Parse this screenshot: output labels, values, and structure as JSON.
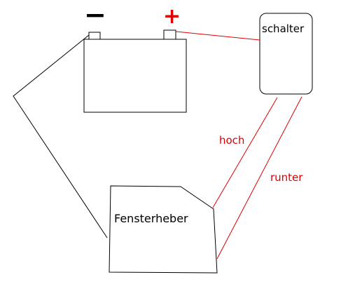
{
  "diagram": {
    "battery": {
      "minus_sign": "−",
      "plus_sign": "+"
    },
    "switch": {
      "label": "schalter"
    },
    "motor": {
      "label": "Fensterheber"
    },
    "wires": {
      "up_label": "hoch",
      "down_label": "runter"
    },
    "colors": {
      "wire_black": "#000000",
      "wire_red": "#e00000",
      "text_black": "#000000",
      "text_red": "#e00000"
    }
  }
}
